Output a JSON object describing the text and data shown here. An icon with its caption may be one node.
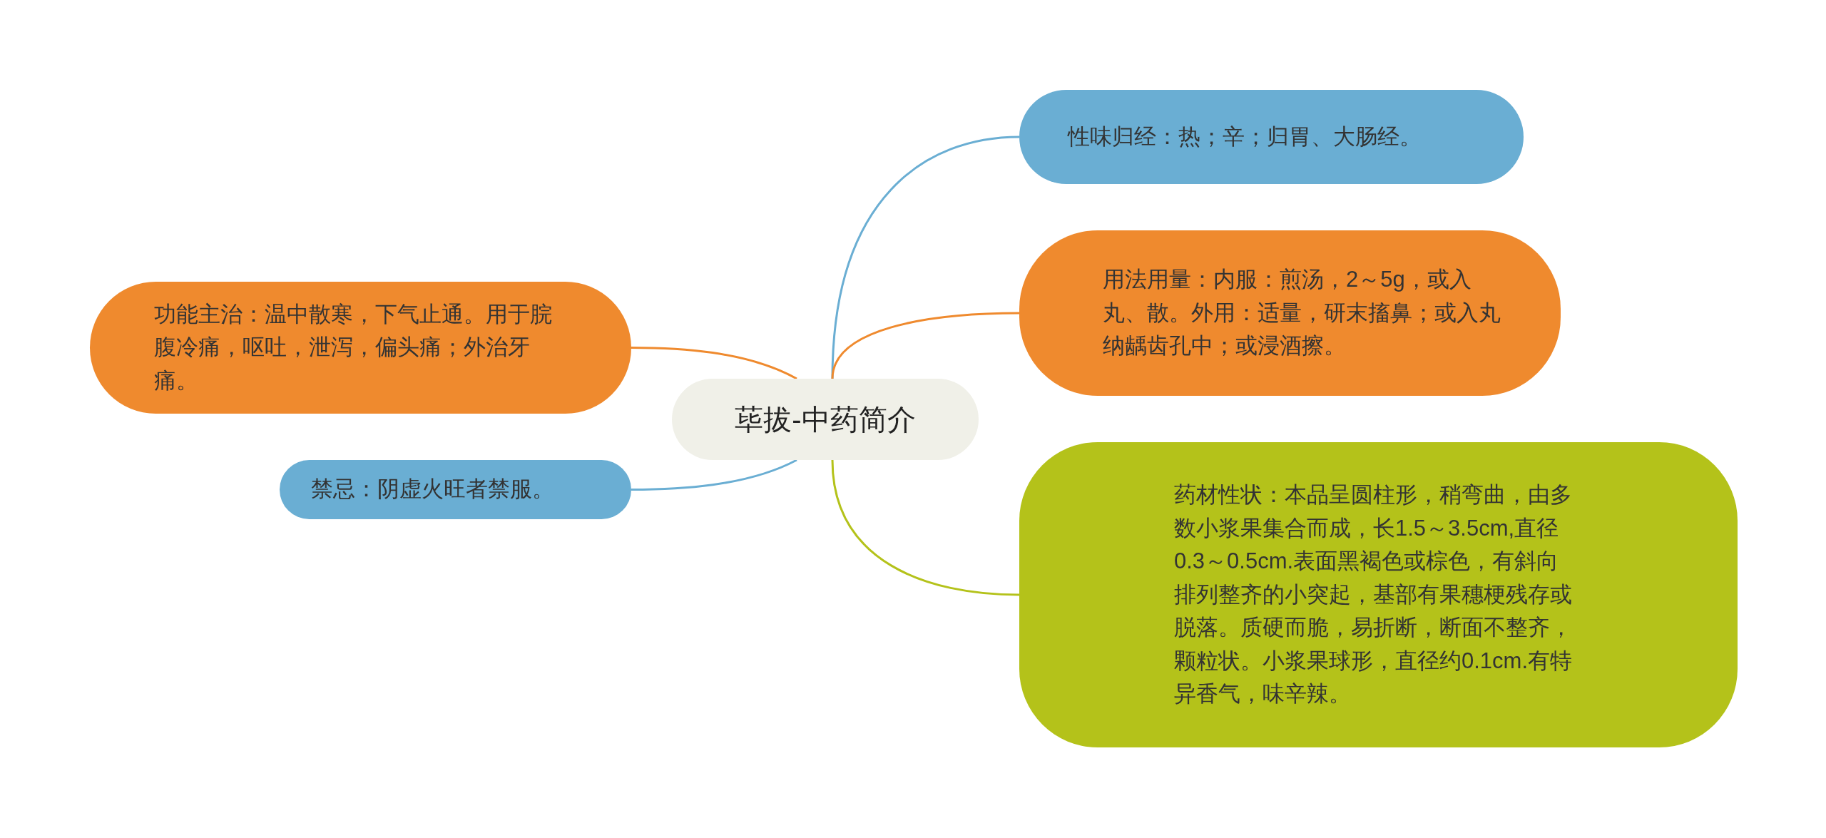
{
  "diagram": {
    "nodes": [
      {
        "text": [
          "荜拔-中药简介"
        ]
      },
      {
        "text": [
          "性味归经：热；辛；归胃、大肠经。"
        ]
      },
      {
        "text": [
          "用法用量：内服：煎汤，2～5g，或入丸、散。外用：适量，研末搐鼻；或入丸纳龋齿孔中；或浸酒擦。"
        ]
      },
      {
        "text": [
          "药材性状：本品呈圆柱形，稍弯曲，由多数小浆果集合而成，长1.5～3.5cm,直径0.3～0.5cm.表面黑褐色或棕色，有斜向排列整齐的小突起，基部有果穗梗残存或脱落。质硬而脆，易折断，断面不整齐，颗粒状。小浆果球形，直径约0.1cm.有特异香气，味辛辣。"
        ]
      },
      {
        "text": [
          "功能主治：温中散寒，下气止通。用于脘腹冷痛，呕吐，泄泻，偏头痛；外治牙痛。"
        ]
      },
      {
        "text": [
          "禁忌：阴虚火旺者禁服。"
        ]
      }
    ],
    "edges": [
      {
        "from": 0,
        "to": 1,
        "arrow": "none",
        "color": "#6aaed3"
      },
      {
        "from": 0,
        "to": 2,
        "arrow": "none",
        "color": "#ef8a2e"
      },
      {
        "from": 0,
        "to": 3,
        "arrow": "none",
        "color": "#b4c21a"
      },
      {
        "from": 0,
        "to": 4,
        "arrow": "none",
        "color": "#ef8a2e"
      },
      {
        "from": 0,
        "to": 5,
        "arrow": "none",
        "color": "#6aaed3"
      }
    ]
  }
}
